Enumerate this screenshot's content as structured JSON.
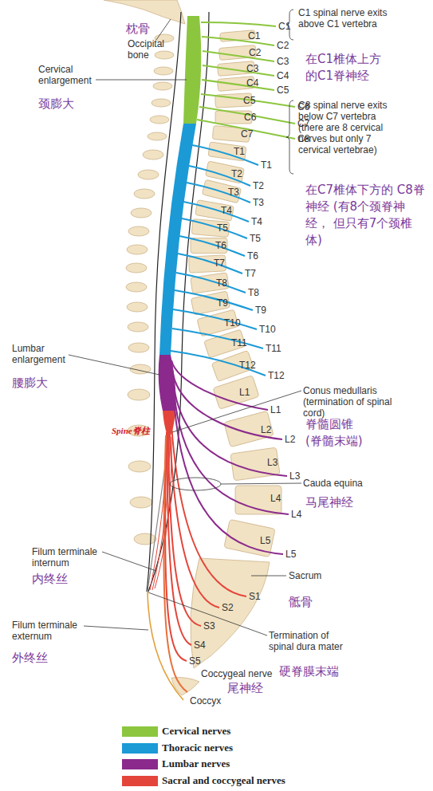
{
  "diagram": {
    "labels": [
      "枕骨",
      "Occipital bone",
      "C1 spinal nerve exits above C1 vertebra",
      "在C1椎体上方的C1脊神经",
      "Cervical enlargement",
      "颈膨大",
      "C8 spinal nerve exits below C7 vertebra (there are 8 cervical nerves but only 7 cervical vertebrae)",
      "在C7椎体下方的 C8脊神经 (有8个颈脊神经， 但只有7个颈椎体)",
      "Lumbar enlargement",
      "腰膨大",
      "Conus medullaris (termination of spinal cord)",
      "脊髓圆锥 (脊髓末端)",
      "Spine脊柱",
      "Cauda equina",
      "马尾神经",
      "Filum terminale internum",
      "内终丝",
      "Sacrum",
      "骶骨",
      "Termination of spinal dura mater",
      "硬脊膜末端",
      "Filum terminale externum",
      "外终丝",
      "Coccygeal nerve",
      "尾神经",
      "Coccyx",
      "C1",
      "C2",
      "C3",
      "C4",
      "C5",
      "C6",
      "C7",
      "C1",
      "C2",
      "C3",
      "C4",
      "C5",
      "C6",
      "C7",
      "C8",
      "T1",
      "T2",
      "T3",
      "T4",
      "T5",
      "T6",
      "T7",
      "T8",
      "T9",
      "T10",
      "T11",
      "T12",
      "T1",
      "T2",
      "T3",
      "T4",
      "T5",
      "T6",
      "T7",
      "T8",
      "T9",
      "T10",
      "T11",
      "T12",
      "L1",
      "L2",
      "L3",
      "L4",
      "L5",
      "L1",
      "L2",
      "L3",
      "L4",
      "L5",
      "S1",
      "S2",
      "S3",
      "S4",
      "S5"
    ],
    "legend": [
      {
        "text": "Cervical nerves",
        "color": "#8cc63f"
      },
      {
        "text": "Thoracic nerves",
        "color": "#1b9ad6"
      },
      {
        "text": "Lumbar nerves",
        "color": "#8b2a8c"
      },
      {
        "text": "Sacral and coccygeal nerves",
        "color": "#e4453a"
      }
    ]
  }
}
